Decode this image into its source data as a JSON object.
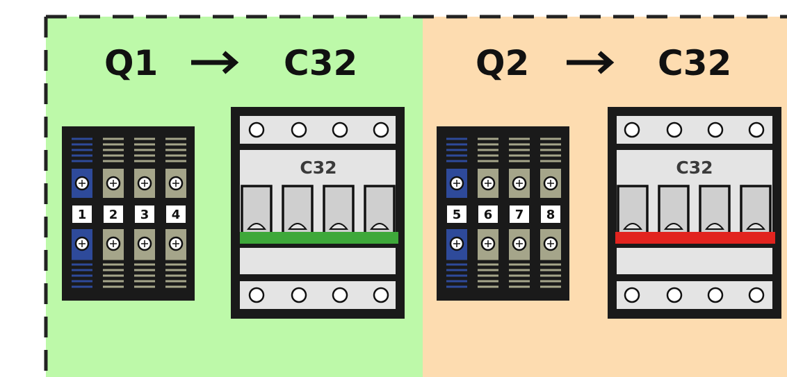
{
  "panels": [
    {
      "id": "q1",
      "source_label": "Q1",
      "target_label": "C32",
      "breaker_label": "C32",
      "terminal_numbers": [
        "1",
        "2",
        "3",
        "4"
      ],
      "background": "#bdf9a9",
      "status_color": "#3ea83a"
    },
    {
      "id": "q2",
      "source_label": "Q2",
      "target_label": "C32",
      "breaker_label": "C32",
      "terminal_numbers": [
        "5",
        "6",
        "7",
        "8"
      ],
      "background": "#fddcb0",
      "status_color": "#e2241f"
    }
  ],
  "icons": {
    "arrow": "right-arrow-icon",
    "screw": "screw-terminal-icon",
    "pole": "breaker-pole-icon"
  },
  "colors": {
    "neutral_terminal": "#2e4a9a",
    "phase_terminal": "#a5a58a",
    "housing": "#1a1a1a",
    "breaker_body": "#e4e4e4"
  }
}
